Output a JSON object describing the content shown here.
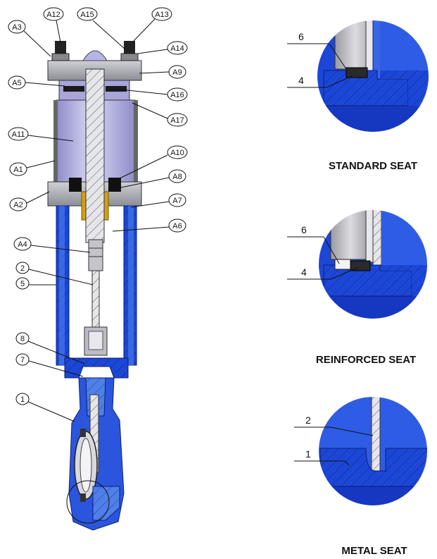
{
  "main_callouts": {
    "a3": "A3",
    "a12": "A12",
    "a15": "A15",
    "a13": "A13",
    "a14": "A14",
    "a5": "A5",
    "a9": "A9",
    "a16": "A16",
    "a17": "A17",
    "a11": "A11",
    "a1": "A1",
    "a10": "A10",
    "a8": "A8",
    "a2": "A2",
    "a7": "A7",
    "a6": "A6",
    "a4": "A4",
    "n2": "2",
    "n5": "5",
    "n8": "8",
    "n7": "7",
    "n1": "1"
  },
  "details": {
    "standard": {
      "title": "STANDARD SEAT",
      "label_top": "6",
      "label_bottom": "4"
    },
    "reinforced": {
      "title": "REINFORCED SEAT",
      "label_top": "6",
      "label_bottom": "4"
    },
    "metal": {
      "title": "METAL SEAT",
      "label_top": "2",
      "label_bottom": "1"
    }
  },
  "colors": {
    "body_blue": "#1c47d6",
    "light_blue": "#4f80e8",
    "dark_blue": "#0f2a9a",
    "steel_grey": "#b9b9c4",
    "cylinder_lavender": "#b7b5e8",
    "brass": "#d4a017"
  }
}
